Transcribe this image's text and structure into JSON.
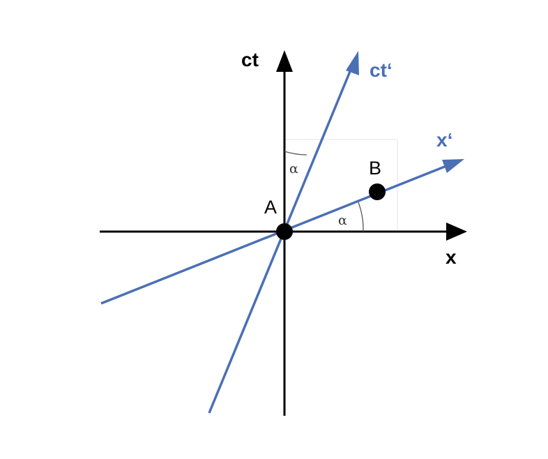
{
  "axes": {
    "ct_label": "ct",
    "x_label": "x",
    "ct_prime_label": "ct‘",
    "x_prime_label": "x‘"
  },
  "points": {
    "a_label": "A",
    "b_label": "B"
  },
  "angles": {
    "alpha_top": "α",
    "alpha_bottom": "α"
  },
  "colors": {
    "axis_black": "#000000",
    "prime_blue": "#4a6fb5"
  }
}
